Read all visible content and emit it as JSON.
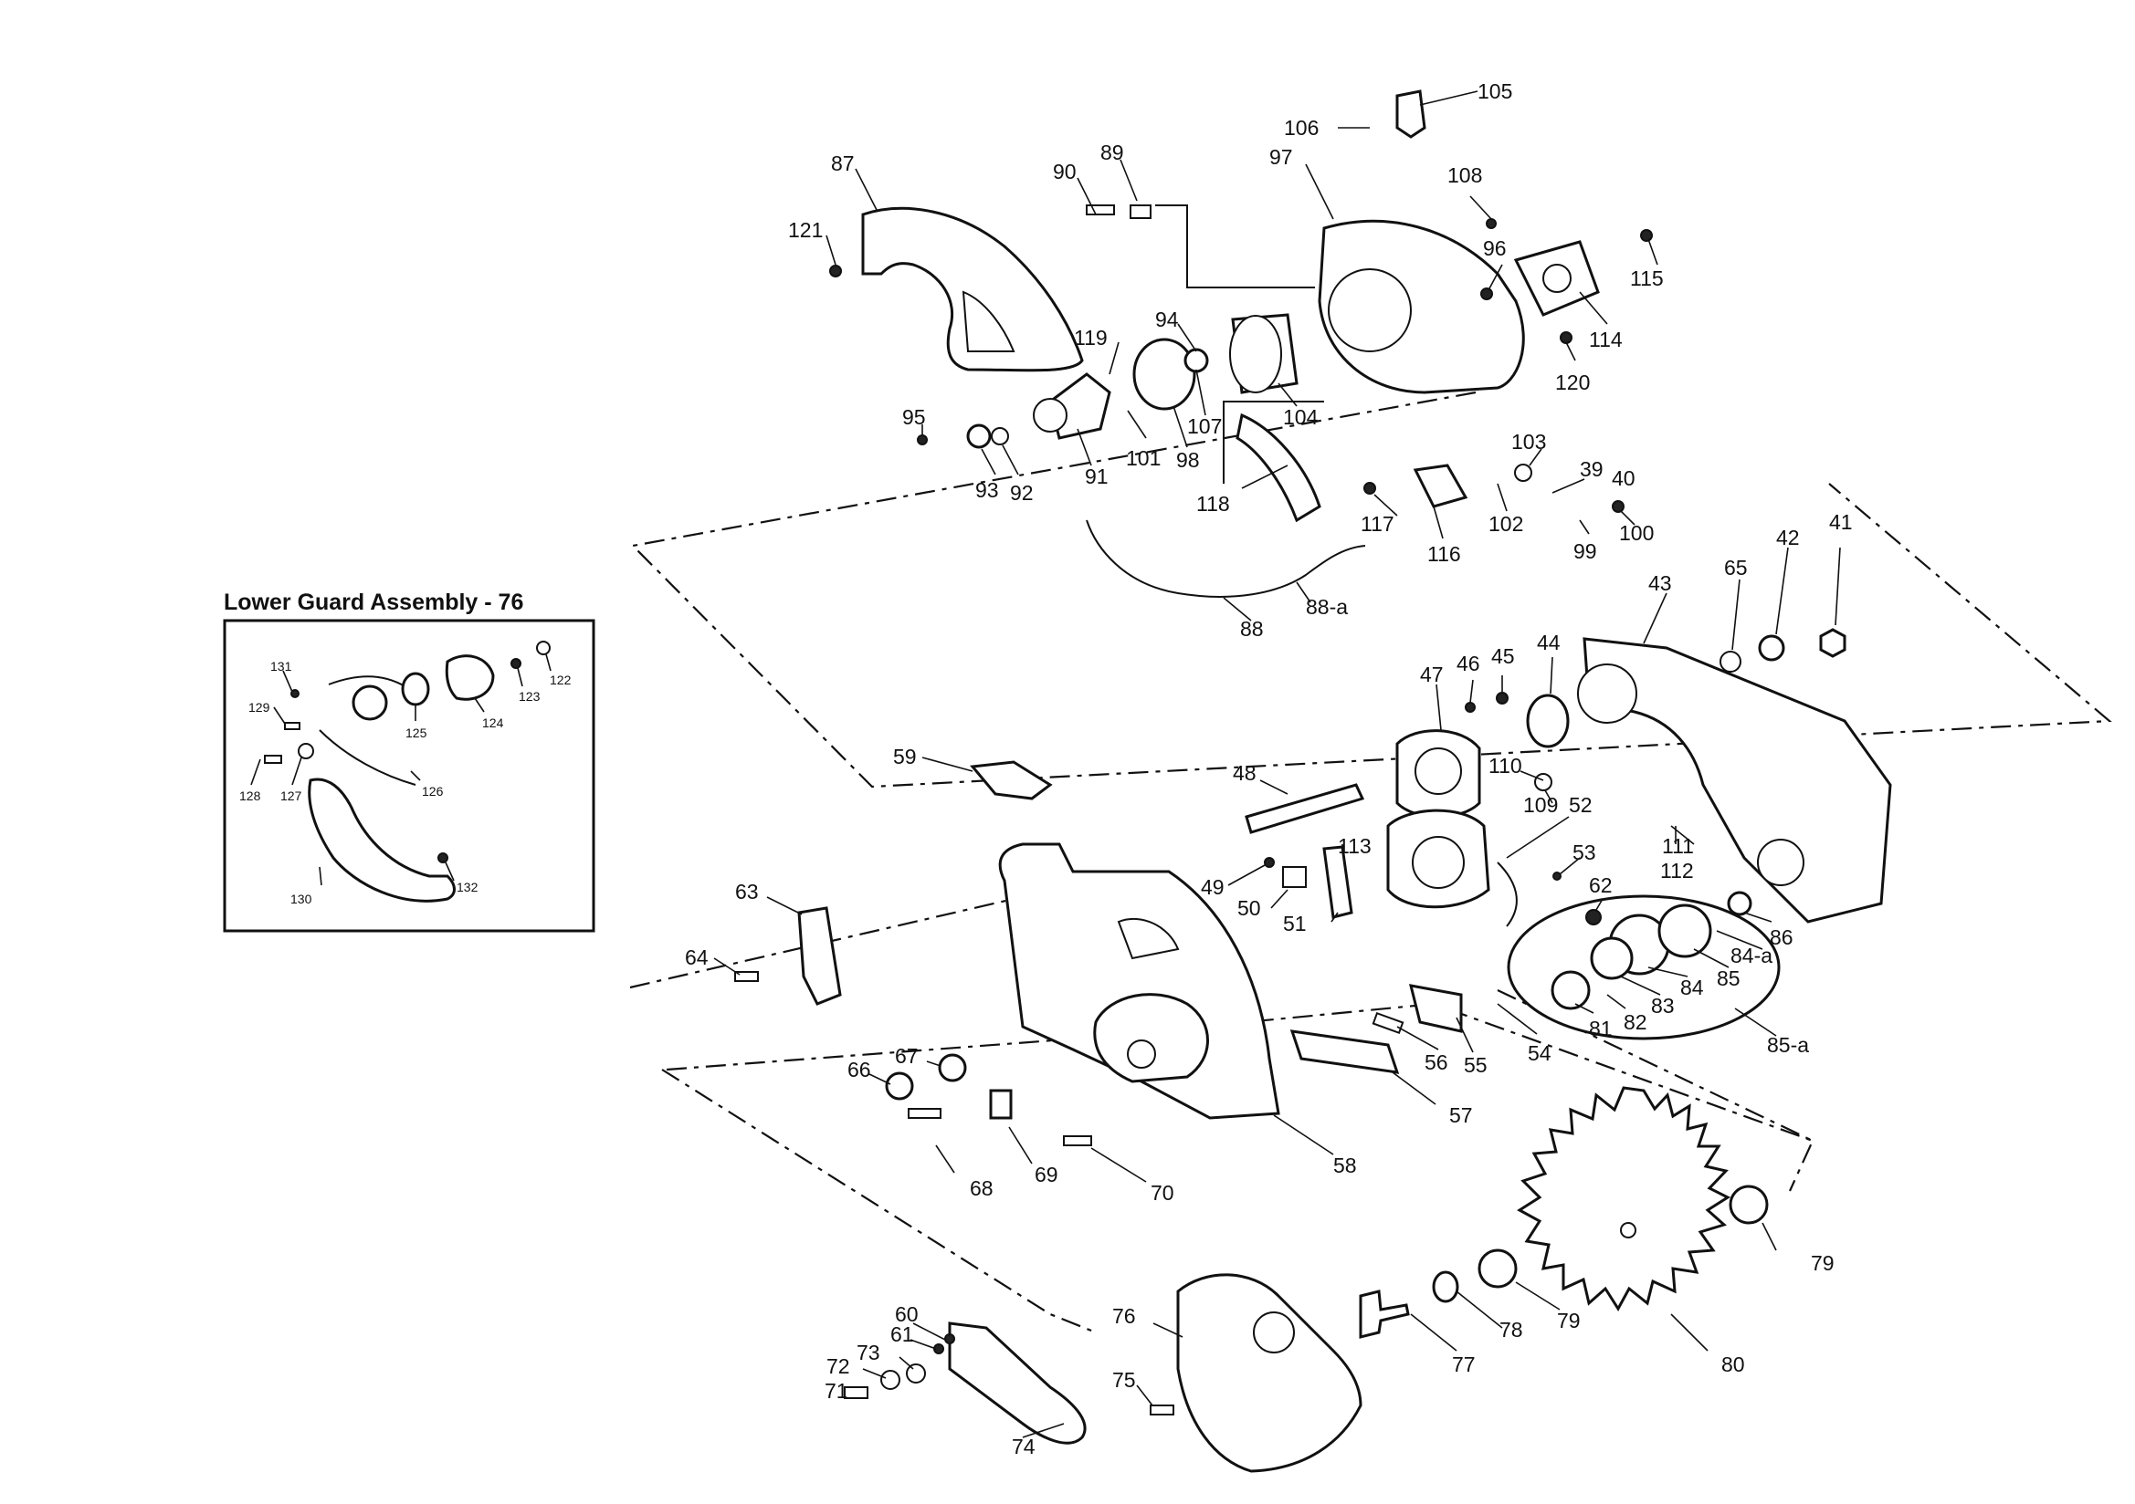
{
  "inset": {
    "title": "Lower Guard Assembly - 76"
  },
  "labels": [
    {
      "id": "105",
      "text": "105"
    },
    {
      "id": "106",
      "text": "106"
    },
    {
      "id": "97",
      "text": "97"
    },
    {
      "id": "108",
      "text": "108"
    },
    {
      "id": "96",
      "text": "96"
    },
    {
      "id": "115",
      "text": "115"
    },
    {
      "id": "114",
      "text": "114"
    },
    {
      "id": "120",
      "text": "120"
    },
    {
      "id": "89",
      "text": "89"
    },
    {
      "id": "90",
      "text": "90"
    },
    {
      "id": "87",
      "text": "87"
    },
    {
      "id": "121",
      "text": "121"
    },
    {
      "id": "119",
      "text": "119"
    },
    {
      "id": "94",
      "text": "94"
    },
    {
      "id": "95",
      "text": "95"
    },
    {
      "id": "107",
      "text": "107"
    },
    {
      "id": "104",
      "text": "104"
    },
    {
      "id": "93",
      "text": "93"
    },
    {
      "id": "92",
      "text": "92"
    },
    {
      "id": "91",
      "text": "91"
    },
    {
      "id": "101",
      "text": "101"
    },
    {
      "id": "98",
      "text": "98"
    },
    {
      "id": "118",
      "text": "118"
    },
    {
      "id": "103",
      "text": "103"
    },
    {
      "id": "39",
      "text": "39"
    },
    {
      "id": "40",
      "text": "40"
    },
    {
      "id": "117",
      "text": "117"
    },
    {
      "id": "102",
      "text": "102"
    },
    {
      "id": "100",
      "text": "100"
    },
    {
      "id": "99",
      "text": "99"
    },
    {
      "id": "116",
      "text": "116"
    },
    {
      "id": "88",
      "text": "88"
    },
    {
      "id": "88a",
      "text": "88-a"
    },
    {
      "id": "41",
      "text": "41"
    },
    {
      "id": "42",
      "text": "42"
    },
    {
      "id": "65",
      "text": "65"
    },
    {
      "id": "43",
      "text": "43"
    },
    {
      "id": "44",
      "text": "44"
    },
    {
      "id": "45",
      "text": "45"
    },
    {
      "id": "46",
      "text": "46"
    },
    {
      "id": "47",
      "text": "47"
    },
    {
      "id": "48",
      "text": "48"
    },
    {
      "id": "59",
      "text": "59"
    },
    {
      "id": "110",
      "text": "110"
    },
    {
      "id": "109",
      "text": "109"
    },
    {
      "id": "52",
      "text": "52"
    },
    {
      "id": "113",
      "text": "113"
    },
    {
      "id": "53",
      "text": "53"
    },
    {
      "id": "111",
      "text": "111"
    },
    {
      "id": "112",
      "text": "112"
    },
    {
      "id": "49",
      "text": "49"
    },
    {
      "id": "50",
      "text": "50"
    },
    {
      "id": "51",
      "text": "51"
    },
    {
      "id": "62",
      "text": "62"
    },
    {
      "id": "86",
      "text": "86"
    },
    {
      "id": "84a",
      "text": "84-a"
    },
    {
      "id": "85",
      "text": "85"
    },
    {
      "id": "84",
      "text": "84"
    },
    {
      "id": "83",
      "text": "83"
    },
    {
      "id": "82",
      "text": "82"
    },
    {
      "id": "81",
      "text": "81"
    },
    {
      "id": "85a",
      "text": "85-a"
    },
    {
      "id": "63",
      "text": "63"
    },
    {
      "id": "64",
      "text": "64"
    },
    {
      "id": "66",
      "text": "66"
    },
    {
      "id": "67",
      "text": "67"
    },
    {
      "id": "56",
      "text": "56"
    },
    {
      "id": "55",
      "text": "55"
    },
    {
      "id": "54",
      "text": "54"
    },
    {
      "id": "57",
      "text": "57"
    },
    {
      "id": "58",
      "text": "58"
    },
    {
      "id": "68",
      "text": "68"
    },
    {
      "id": "69",
      "text": "69"
    },
    {
      "id": "70",
      "text": "70"
    },
    {
      "id": "79a",
      "text": "79"
    },
    {
      "id": "79b",
      "text": "79"
    },
    {
      "id": "76",
      "text": "76"
    },
    {
      "id": "60",
      "text": "60"
    },
    {
      "id": "61",
      "text": "61"
    },
    {
      "id": "73",
      "text": "73"
    },
    {
      "id": "72",
      "text": "72"
    },
    {
      "id": "71",
      "text": "71"
    },
    {
      "id": "75",
      "text": "75"
    },
    {
      "id": "77",
      "text": "77"
    },
    {
      "id": "78",
      "text": "78"
    },
    {
      "id": "80",
      "text": "80"
    },
    {
      "id": "74",
      "text": "74"
    }
  ],
  "inset_labels": [
    {
      "id": "131",
      "text": "131"
    },
    {
      "id": "129",
      "text": "129"
    },
    {
      "id": "125",
      "text": "125"
    },
    {
      "id": "124",
      "text": "124"
    },
    {
      "id": "123",
      "text": "123"
    },
    {
      "id": "122",
      "text": "122"
    },
    {
      "id": "128",
      "text": "128"
    },
    {
      "id": "127",
      "text": "127"
    },
    {
      "id": "126",
      "text": "126"
    },
    {
      "id": "130",
      "text": "130"
    },
    {
      "id": "132",
      "text": "132"
    }
  ]
}
